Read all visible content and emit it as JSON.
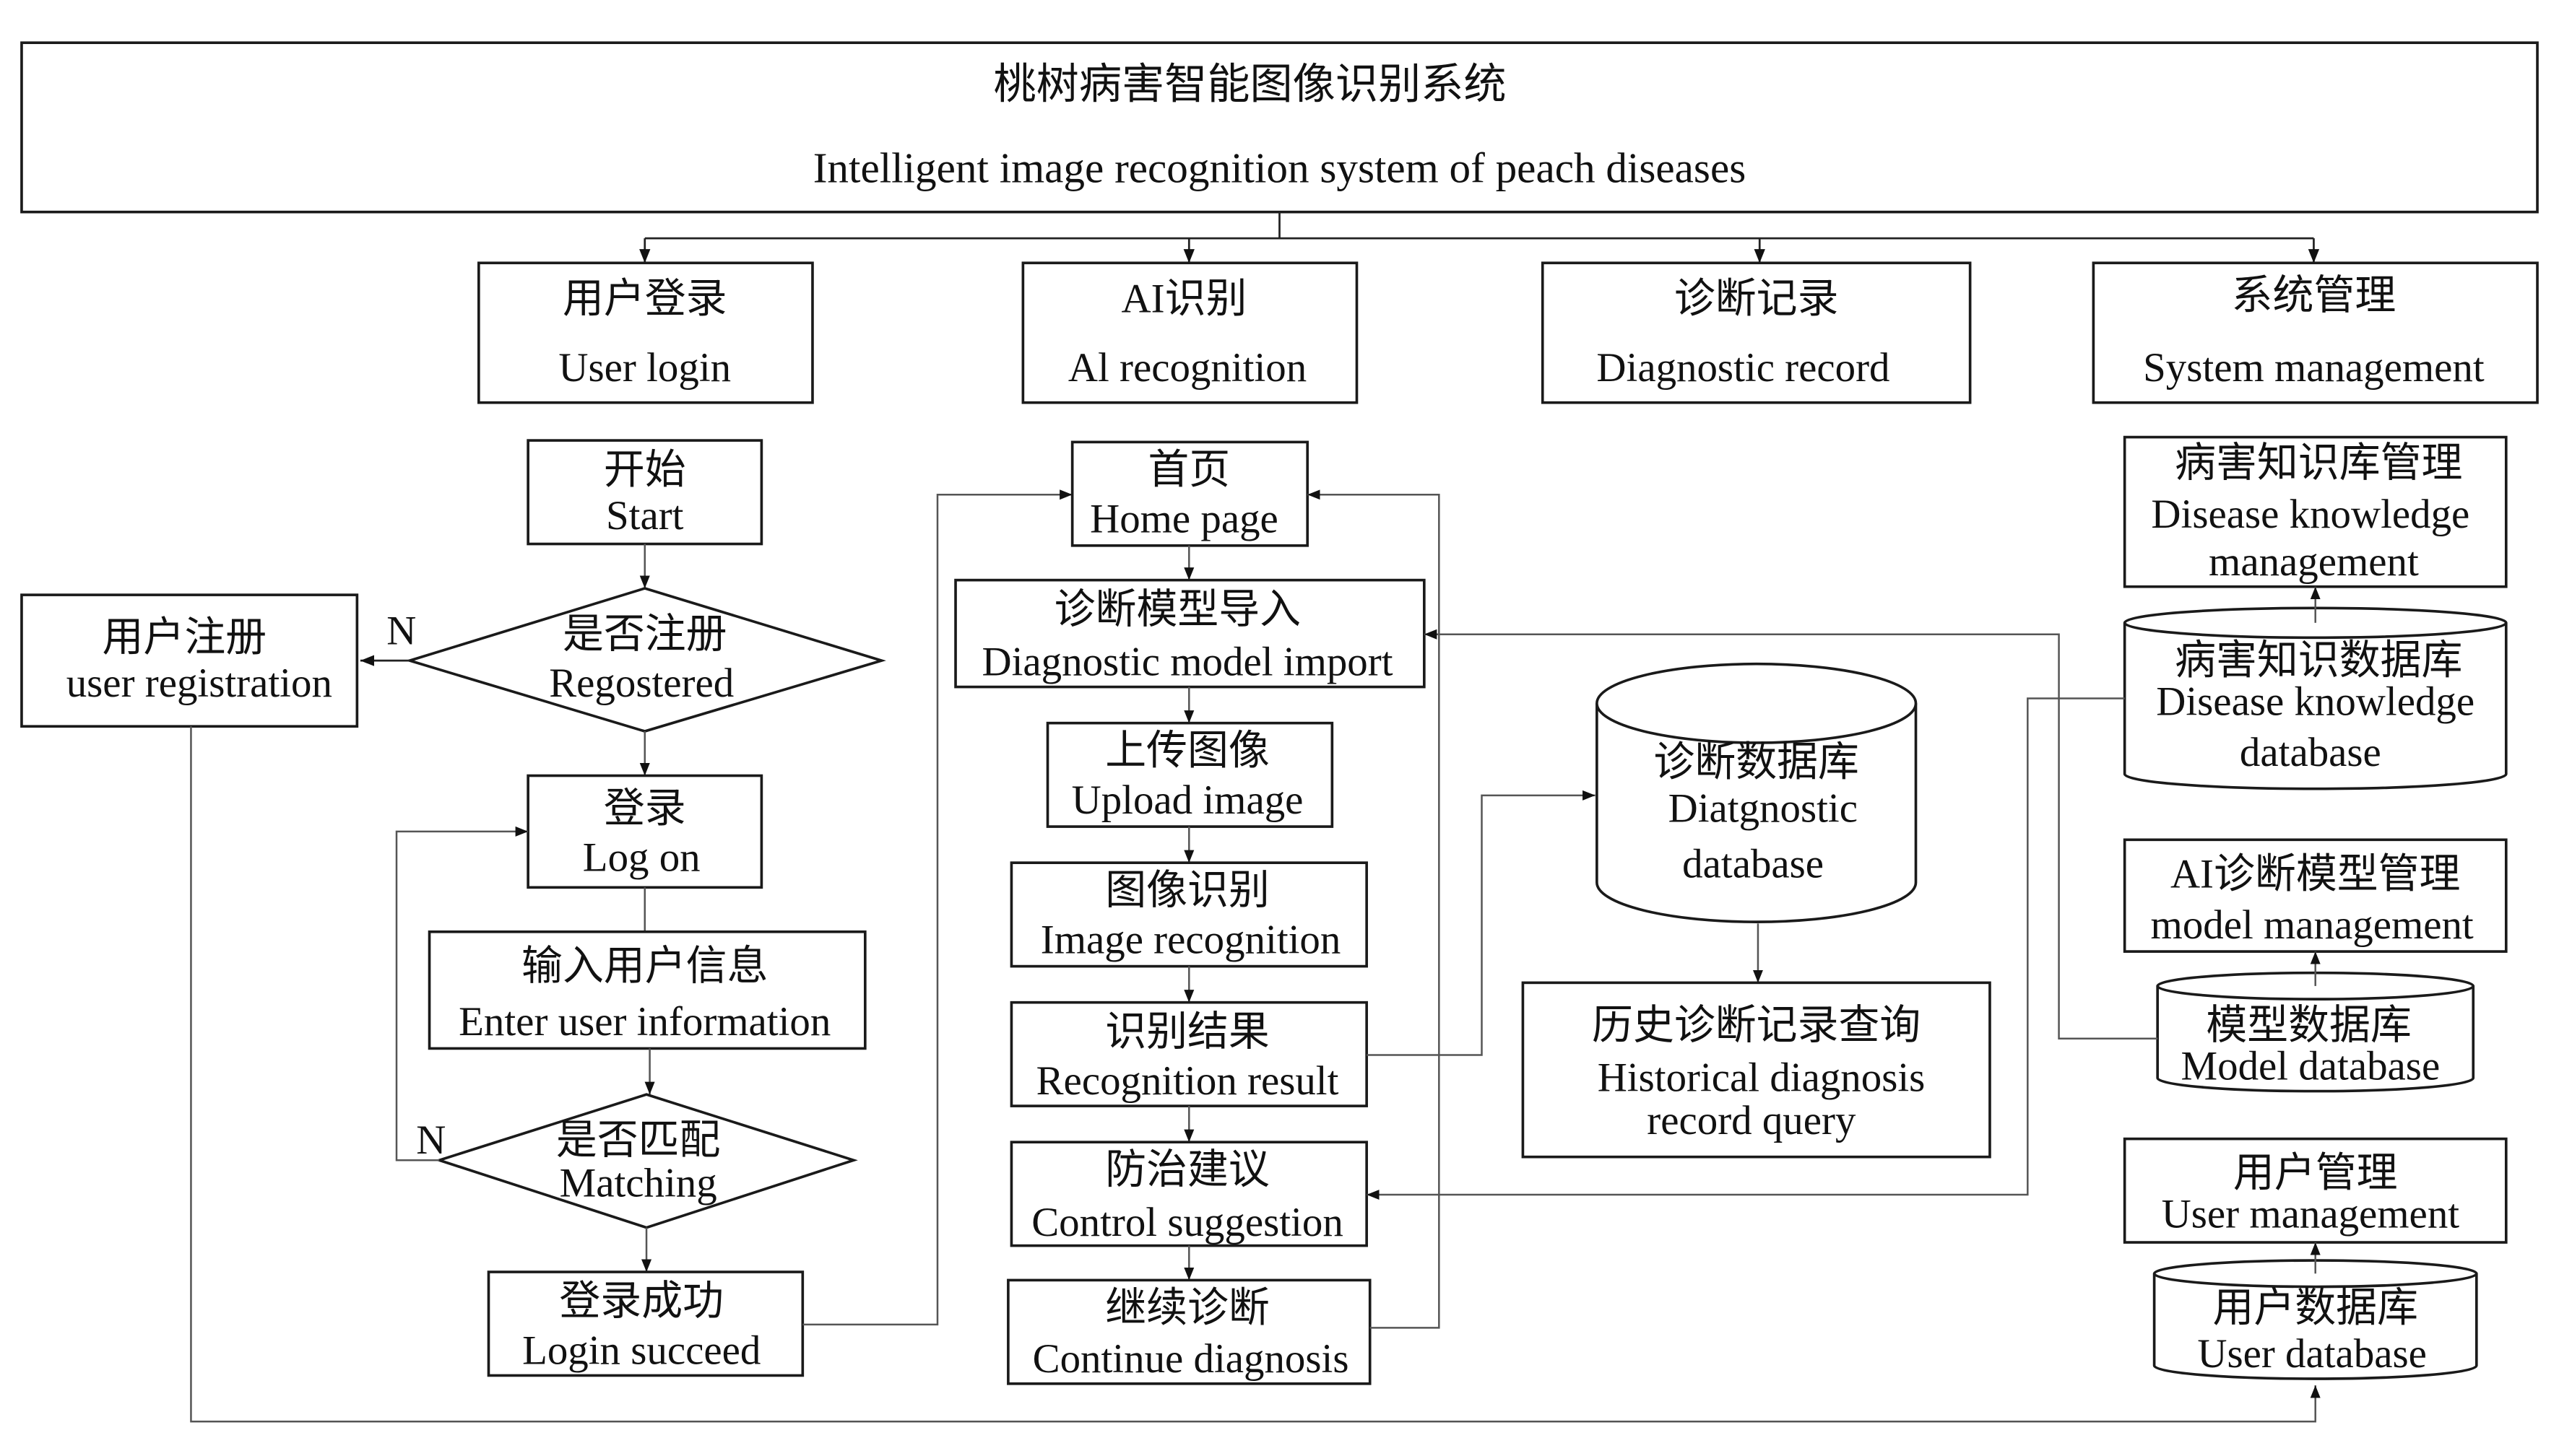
{
  "title": {
    "zh": "桃树病害智能图像识别系统",
    "en": "Intelligent image recognition system of peach diseases"
  },
  "modules": [
    {
      "zh": "用户登录",
      "en": "User login"
    },
    {
      "zh": "AI识别",
      "en": "Al recognition"
    },
    {
      "zh": "诊断记录",
      "en": "Diagnostic record"
    },
    {
      "zh": "系统管理",
      "en": "System management"
    }
  ],
  "login_flow": {
    "start": {
      "zh": "开始",
      "en": "Start"
    },
    "registered": {
      "zh": "是否注册",
      "en": "Regostered"
    },
    "registration": {
      "zh": "用户注册",
      "en": "user registration"
    },
    "log_on": {
      "zh": "登录",
      "en": "Log on"
    },
    "enter_info": {
      "zh": "输入用户信息",
      "en": "Enter user information"
    },
    "matching": {
      "zh": "是否匹配",
      "en": "Matching"
    },
    "login_succeed": {
      "zh": "登录成功",
      "en": "Login succeed"
    },
    "no_label": "N"
  },
  "ai_flow": {
    "home": {
      "zh": "首页",
      "en": "Home page"
    },
    "model_import": {
      "zh": "诊断模型导入",
      "en": "Diagnostic model import"
    },
    "upload": {
      "zh": "上传图像",
      "en": "Upload image"
    },
    "image_recognition": {
      "zh": "图像识别",
      "en": "Image recognition"
    },
    "result": {
      "zh": "识别结果",
      "en": "Recognition result"
    },
    "suggestion": {
      "zh": "防治建议",
      "en": "Control suggestion"
    },
    "continue": {
      "zh": "继续诊断",
      "en": "Continue diagnosis"
    }
  },
  "record_flow": {
    "database": {
      "zh": "诊断数据库",
      "en1": "Diatgnostic",
      "en2": "database"
    },
    "history": {
      "zh": "历史诊断记录查询",
      "en1": "Historical diagnosis",
      "en2": "record query"
    }
  },
  "system_flow": {
    "knowledge_mgmt": {
      "zh": "病害知识库管理",
      "en1": "Disease knowledge",
      "en2": "management"
    },
    "knowledge_db": {
      "zh": "病害知识数据库",
      "en1": "Disease knowledge",
      "en2": "database"
    },
    "model_mgmt": {
      "zh": "AI诊断模型管理",
      "en": "model management"
    },
    "model_db": {
      "zh": "模型数据库",
      "en": "Model database"
    },
    "user_mgmt": {
      "zh": "用户管理",
      "en": "User management"
    },
    "user_db": {
      "zh": "用户数据库",
      "en": "User database"
    }
  }
}
